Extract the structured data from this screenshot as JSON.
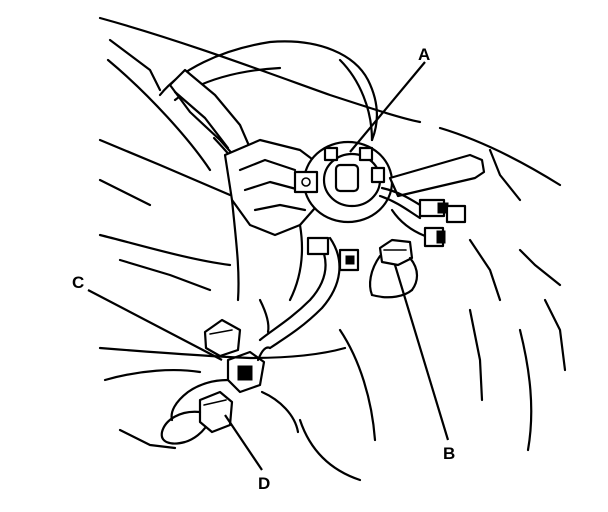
{
  "callouts": {
    "a": "A",
    "b": "B",
    "c": "C",
    "d": "D"
  },
  "colors": {
    "line": "#000000",
    "background": "#ffffff"
  }
}
